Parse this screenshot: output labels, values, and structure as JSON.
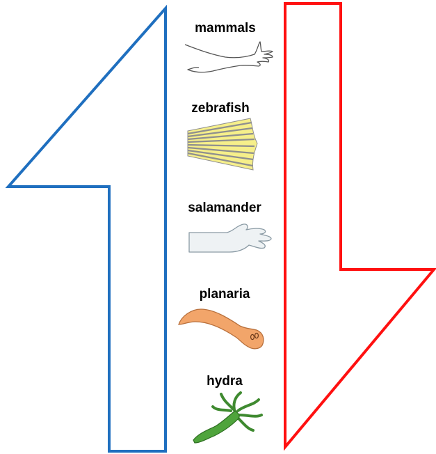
{
  "colors": {
    "up_arrow": "#1f6fbf",
    "down_arrow": "#ff1010",
    "limb_outline": "#555555",
    "fin_yellow": "#f6ef8a",
    "fin_gray": "#8f8f8f",
    "salamander_fill": "#eef2f4",
    "planaria_fill": "#f2a56a",
    "hydra_fill": "#4fa43c"
  },
  "organisms": [
    {
      "label": "mammals",
      "icon": "mammal-arm-icon"
    },
    {
      "label": "zebrafish",
      "icon": "zebrafish-fin-icon"
    },
    {
      "label": "salamander",
      "icon": "salamander-limb-icon"
    },
    {
      "label": "planaria",
      "icon": "planaria-icon"
    },
    {
      "label": "hydra",
      "icon": "hydra-icon"
    }
  ]
}
